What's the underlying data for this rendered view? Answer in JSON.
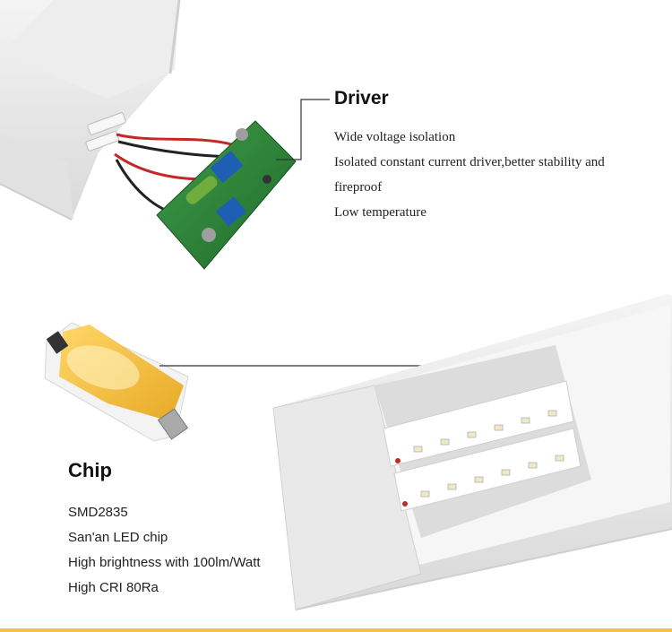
{
  "driver": {
    "title": "Driver",
    "features": [
      "Wide voltage isolation",
      "Isolated constant current driver,better stability and",
      "fireproof",
      "Low temperature"
    ]
  },
  "chip": {
    "title": "Chip",
    "features": [
      "SMD2835",
      "San'an LED chip",
      "High brightness with 100lm/Watt",
      "High CRI 80Ra"
    ]
  },
  "colors": {
    "accent_border": "#f6c14b",
    "pcb_green": "#2f8a3e",
    "led_yellow": "#f5c242"
  }
}
